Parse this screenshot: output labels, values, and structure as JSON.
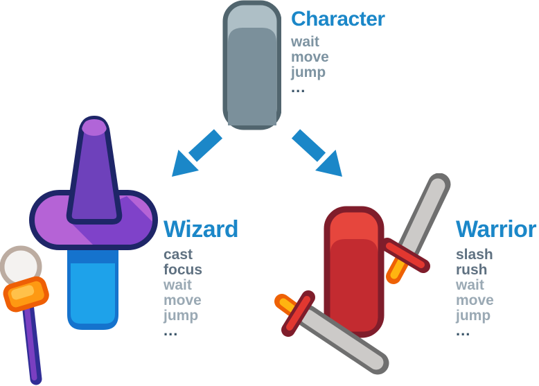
{
  "classes": {
    "character": {
      "title": "Character",
      "methods": [
        "wait",
        "move",
        "jump"
      ],
      "more": "..."
    },
    "wizard": {
      "title": "Wizard",
      "new_methods": [
        "cast",
        "focus"
      ],
      "inherited_methods": [
        "wait",
        "move",
        "jump"
      ],
      "more": "..."
    },
    "warrior": {
      "title": "Warrior",
      "new_methods": [
        "slash",
        "rush"
      ],
      "inherited_methods": [
        "wait",
        "move",
        "jump"
      ],
      "more": "..."
    }
  },
  "icons": {
    "character": "character-capsule-icon",
    "wizard": "wizard-hat-and-staff-icon",
    "warrior": "warrior-body-and-swords-icon",
    "arrow_left": "arrow-to-wizard-icon",
    "arrow_right": "arrow-to-warrior-icon"
  },
  "colors": {
    "title_blue": "#1b87c8",
    "arrow_blue": "#1b87c8",
    "base_method_text": "#7d93a1",
    "new_method_text": "#5f7181",
    "inherited_method_text": "#9aa9b4",
    "ellipsis_text": "#3c566a",
    "character_fill": "#7b909b",
    "character_highlight": "#aebfc6",
    "character_outline": "#51656e",
    "wizard_cone_purple": "#6e41bb",
    "wizard_brim_light_purple": "#b563d6",
    "wizard_brim_shadow_purple": "#7f42c9",
    "wizard_outline_navy": "#1e2668",
    "wizard_body_blue": "#1ea2ea",
    "staff_orange": "#fe9912",
    "staff_stick_purple": "#7a3fc1",
    "warrior_body_red": "#c32b30",
    "warrior_body_light_red": "#e6463d",
    "warrior_outline_maroon": "#7f1d2b",
    "sword_blade_gray": "#cccac8",
    "sword_guard_red": "#e23730",
    "sword_handle_orange": "#ffb411"
  }
}
